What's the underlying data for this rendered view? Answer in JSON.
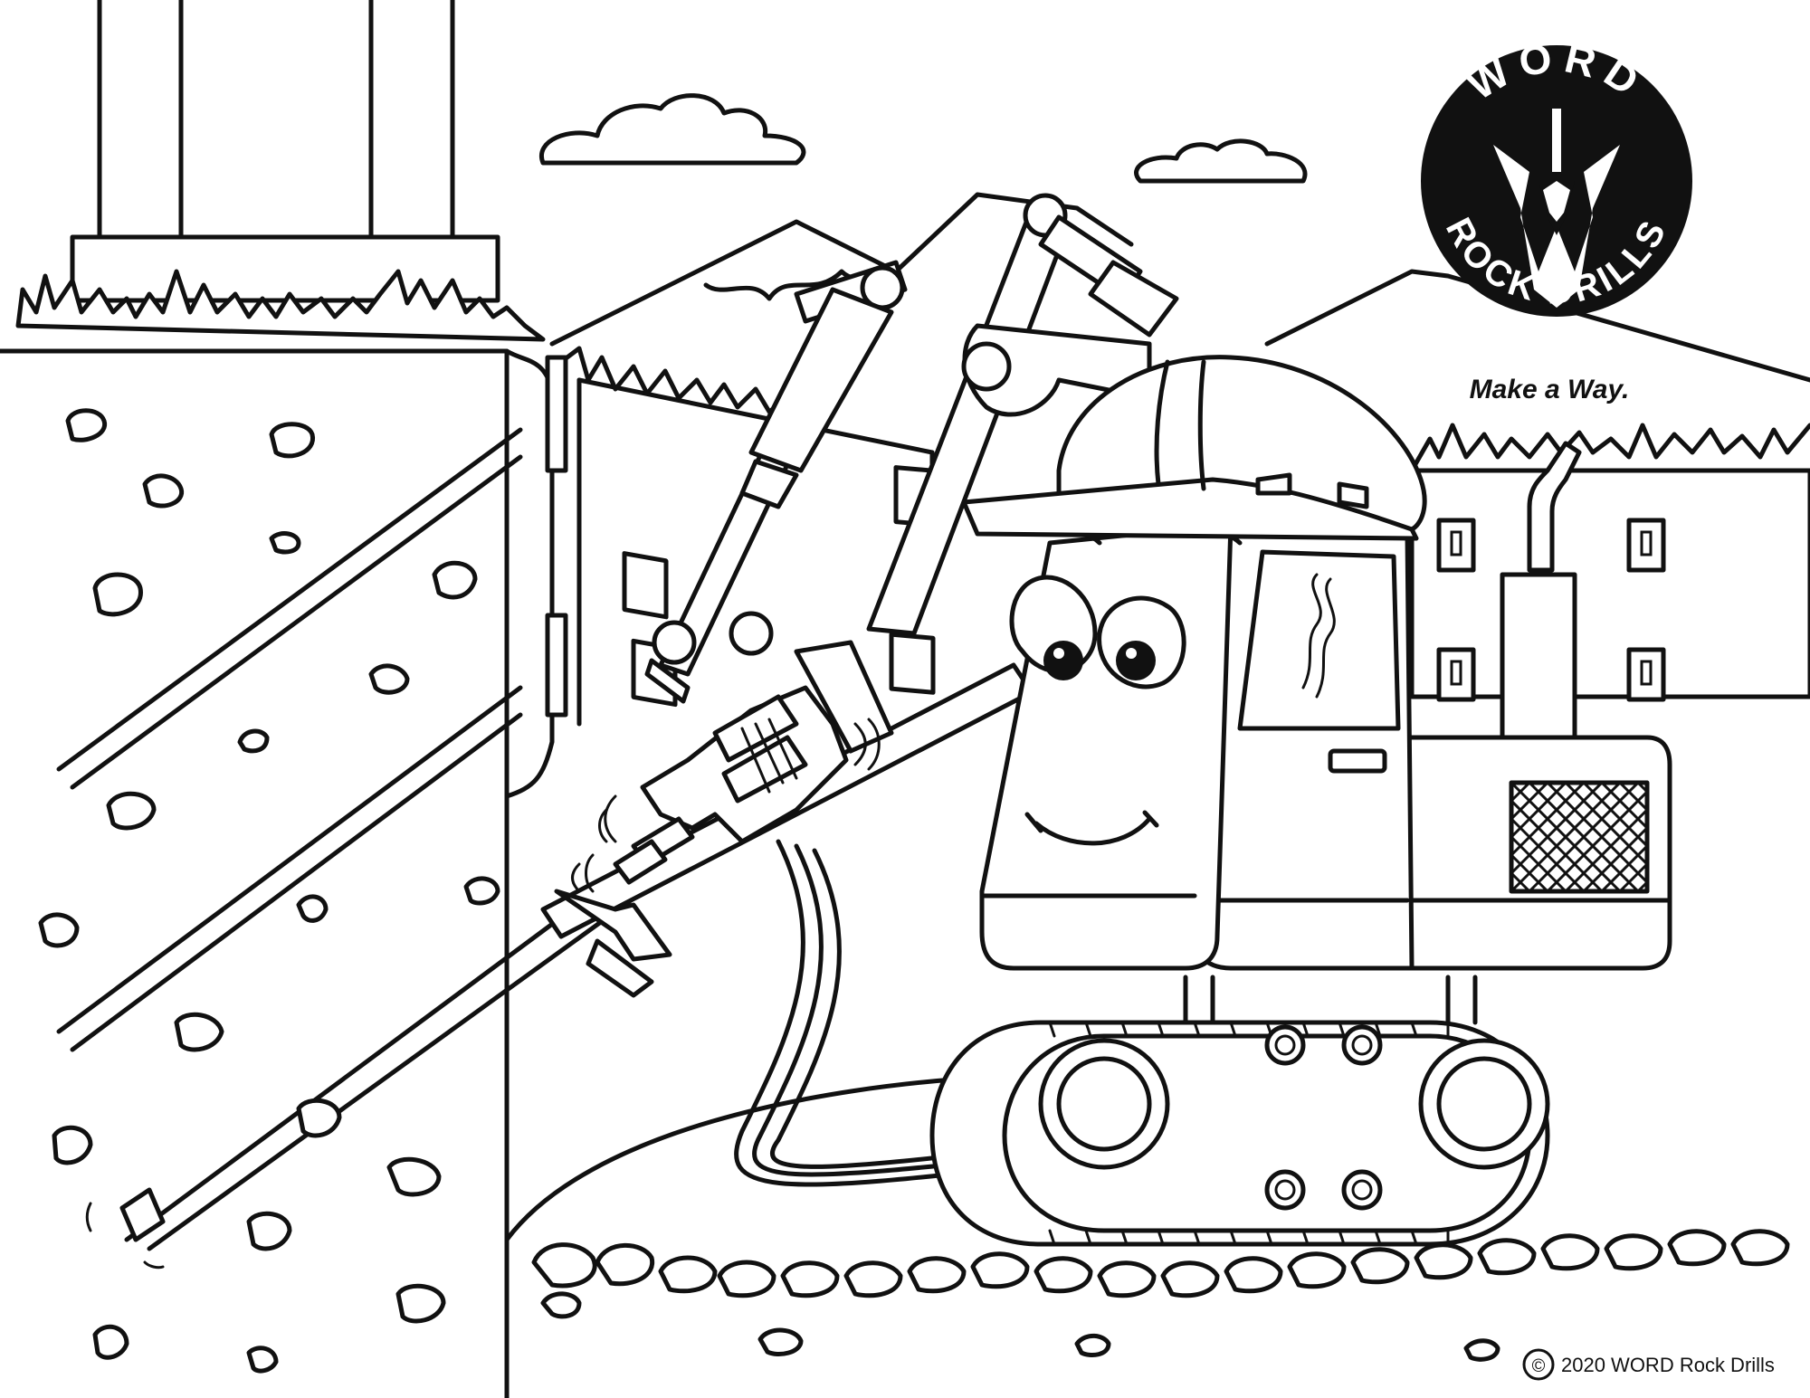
{
  "logo": {
    "top_text": "WORD",
    "bottom_text": "ROCK DRILLS",
    "tagline": "Make a Way."
  },
  "footer": {
    "copyright_symbol": "©",
    "copyright_text": "2020 WORD Rock Drills"
  },
  "colors": {
    "ink": "#111111",
    "paper": "#ffffff"
  }
}
